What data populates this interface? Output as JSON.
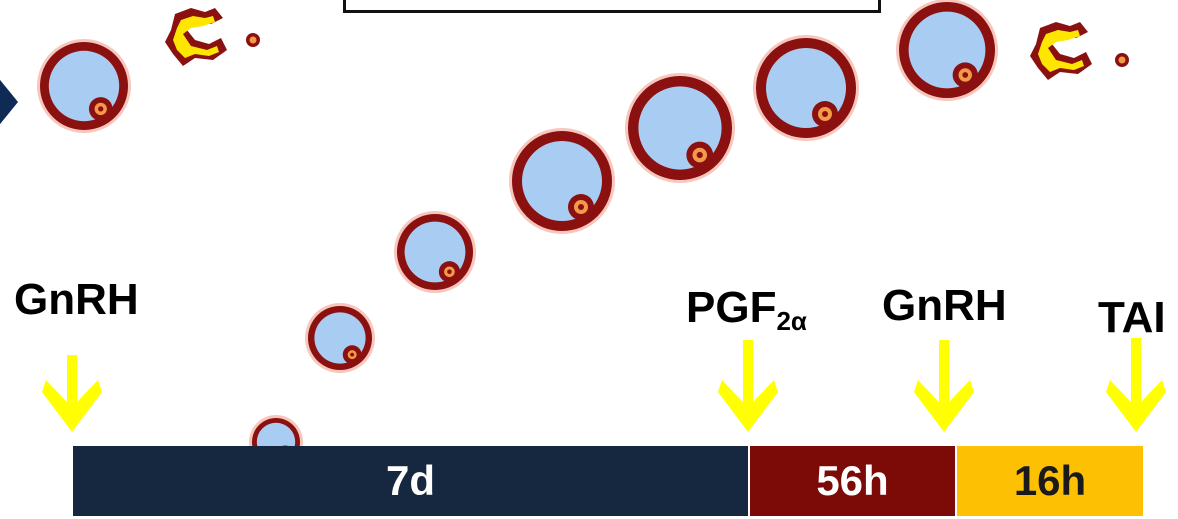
{
  "events": [
    {
      "name": "GnRH",
      "sub": ""
    },
    {
      "name": "PGF",
      "sub": "2α"
    },
    {
      "name": "GnRH",
      "sub": ""
    },
    {
      "name": "TAI",
      "sub": ""
    }
  ],
  "periods": [
    {
      "label": "7d",
      "color": "#16283f"
    },
    {
      "label": "56h",
      "color": "#7c0a07"
    },
    {
      "label": "16h",
      "color": "#fec003"
    }
  ],
  "colors": {
    "arrow": "#ffff00",
    "follicle_fill": "#a9cdf2",
    "follicle_ring": "#8b1010",
    "corpus_luteum": "#ffe600"
  },
  "icons": [
    "follicle-icon",
    "corpus-luteum-icon",
    "down-arrow-icon",
    "chevron-right-icon"
  ]
}
